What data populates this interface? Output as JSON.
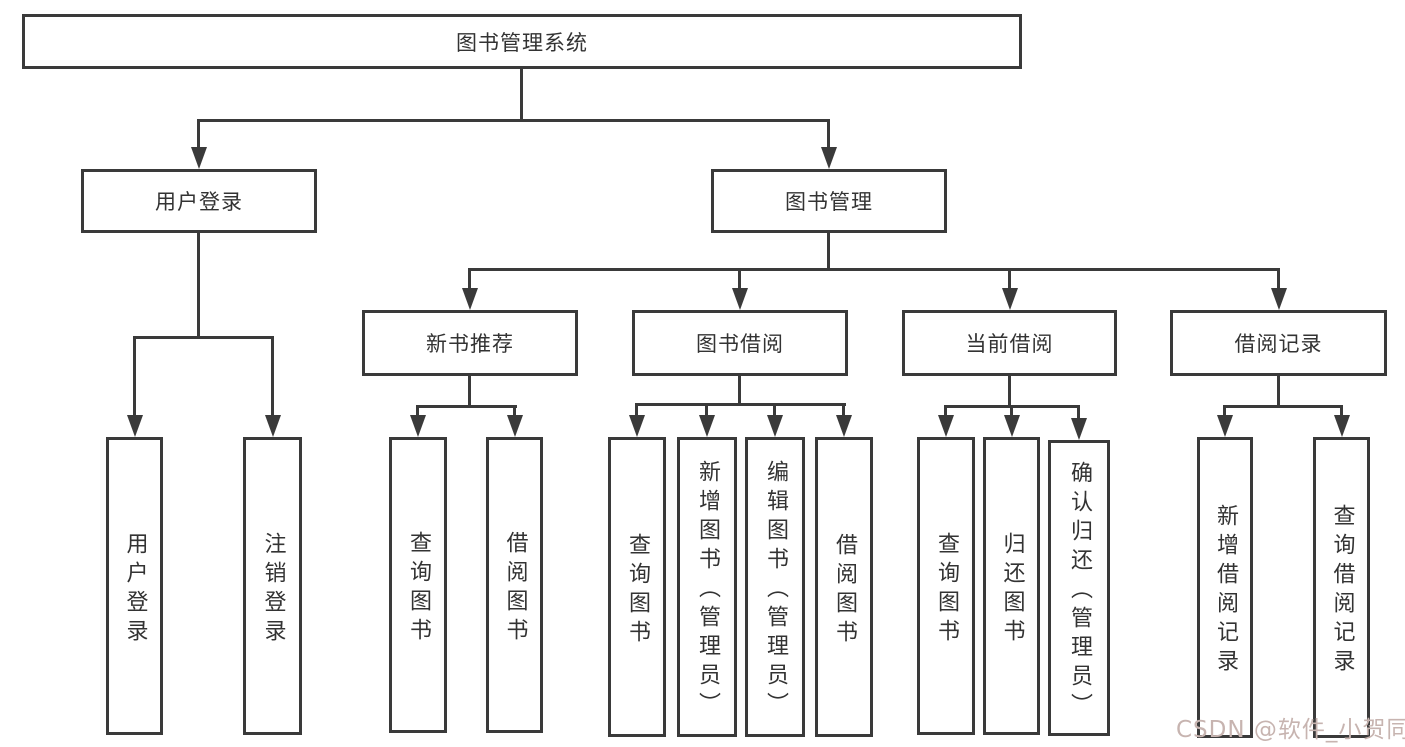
{
  "page": {
    "background_color": "#ffffff",
    "line_color": "#3a3a3a",
    "text_color": "#333333"
  },
  "nodes": {
    "root": "图书管理系统",
    "user_login_group": "用户登录",
    "book_mgmt_group": "图书管理",
    "user_login": "用户登录",
    "logout": "注销登录",
    "new_book_rec": "新书推荐",
    "book_borrow": "图书借阅",
    "current_borrow": "当前借阅",
    "borrow_record": "借阅记录",
    "nb_query_book": "查询图书",
    "nb_borrow_book": "借阅图书",
    "bb_query_book": "查询图书",
    "bb_add_book": "新增图书（管理员）",
    "bb_edit_book": "编辑图书（管理员）",
    "bb_borrow_book": "借阅图书",
    "cb_query_book": "查询图书",
    "cb_return_book": "归还图书",
    "cb_confirm_return": "确认归还（管理员）",
    "br_add_record": "新增借阅记录",
    "br_query_record": "查询借阅记录"
  },
  "watermark": {
    "text": "CSDN @软件_小贺同学",
    "color": "#c7b4b0"
  }
}
